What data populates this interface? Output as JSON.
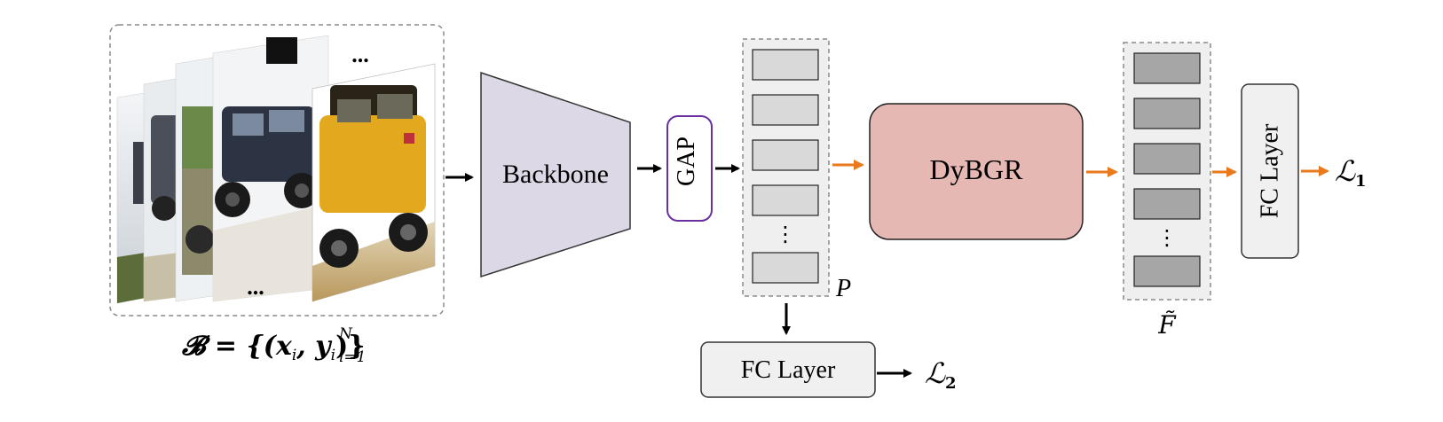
{
  "diagram": {
    "input_batch": {
      "formula_main": "𝓑 = {(x",
      "formula_sub_i1": "i",
      "formula_comma": ", y",
      "formula_sub_i2": "i",
      "formula_close": ")}",
      "formula_sup": "N",
      "formula_sub_range": "i=1",
      "ellipsis_top": "...",
      "ellipsis_bottom": "..."
    },
    "backbone": {
      "label": "Backbone"
    },
    "gap": {
      "label": "GAP"
    },
    "prototypes": {
      "label": "P",
      "ellipsis": "⋮"
    },
    "dybgr": {
      "label": "DyBGR"
    },
    "refined_features": {
      "label": "F̃",
      "ellipsis": "⋮"
    },
    "fc_layer_right": {
      "label": "FC Layer",
      "loss": "ℒ",
      "loss_sub": "1"
    },
    "fc_layer_bottom": {
      "label": "FC Layer",
      "loss": "ℒ",
      "loss_sub": "2"
    },
    "colors": {
      "backbone_fill": "#dcd8e6",
      "gap_border": "#6a2fa0",
      "dybgr_fill": "#e6b8b4",
      "orange_arrow": "#e87a1c",
      "light_slot": "#d9d9d9",
      "dark_slot": "#a6a6a6",
      "fc_fill": "#f0f0f0"
    }
  }
}
